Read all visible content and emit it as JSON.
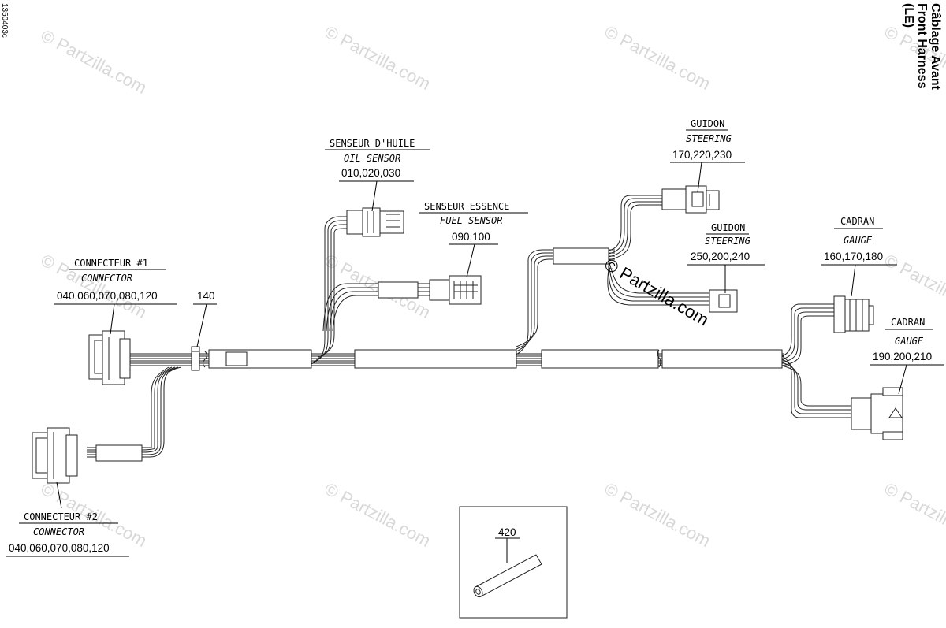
{
  "drawing_id": "1350403c",
  "title": {
    "line1": "Câblage Avant",
    "line2": "Front Harness",
    "line3": "(LE)"
  },
  "callouts": {
    "oil_sensor": {
      "fr": "SENSEUR D'HUILE",
      "en": "OIL SENSOR",
      "parts": "010,020,030"
    },
    "fuel_sensor": {
      "fr": "SENSEUR ESSENCE",
      "en": "FUEL SENSOR",
      "parts": "090,100"
    },
    "steering_1": {
      "fr": "GUIDON",
      "en": "STEERING",
      "parts": "170,220,230"
    },
    "steering_2": {
      "fr": "GUIDON",
      "en": "STEERING",
      "parts": "250,200,240"
    },
    "gauge_1": {
      "fr": "CADRAN",
      "en": "GAUGE",
      "parts": "160,170,180"
    },
    "gauge_2": {
      "fr": "CADRAN",
      "en": "GAUGE",
      "parts": "190,200,210"
    },
    "connector_1": {
      "fr": "CONNECTEUR #1",
      "en": "CONNECTOR",
      "parts": "040,060,070,080,120"
    },
    "connector_2": {
      "fr": "CONNECTEUR #2",
      "en": "CONNECTOR",
      "parts": "040,060,070,080,120"
    },
    "clamp": {
      "parts": "140"
    },
    "tube": {
      "parts": "420"
    }
  },
  "watermark": "© Partzilla.com"
}
